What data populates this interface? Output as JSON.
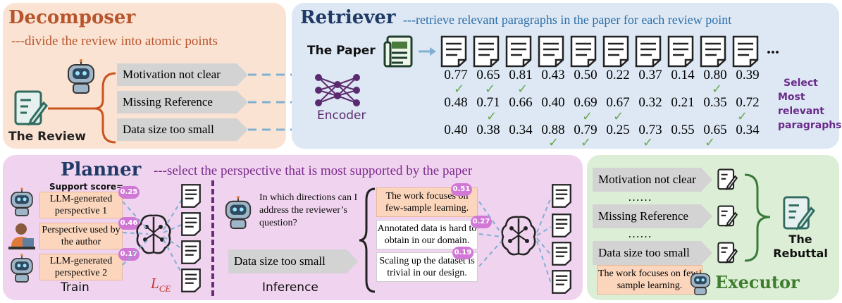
{
  "decomposer": {
    "title": "Decomposer",
    "subtitle": "---divide the review into atomic points",
    "review_label": "The Review",
    "points": [
      "Motivation not clear",
      "Missing Reference",
      "Data size too small"
    ]
  },
  "retriever": {
    "title": "Retriever",
    "subtitle": "---retrieve relevant paragraphs in the paper for each review point",
    "paper_label": "The Paper",
    "ellipsis": "...",
    "encoder_label": "Encoder",
    "select_note": [
      "Select",
      "Most relevant",
      "paragraphs"
    ],
    "score_rows": [
      [
        "0.77",
        "0.65",
        "0.81",
        "0.43",
        "0.50",
        "0.22",
        "0.37",
        "0.14",
        "0.80",
        "0.39"
      ],
      [
        "0.48",
        "0.71",
        "0.66",
        "0.40",
        "0.69",
        "0.67",
        "0.32",
        "0.21",
        "0.35",
        "0.72"
      ],
      [
        "0.40",
        "0.38",
        "0.34",
        "0.88",
        "0.79",
        "0.25",
        "0.73",
        "0.55",
        "0.65",
        "0.34"
      ]
    ],
    "check_mark": "✓"
  },
  "planner": {
    "title": "Planner",
    "subtitle": "---select the perspective that is most supported by the paper",
    "support_label": "Support score=",
    "train_label": "Train",
    "loss_label": "L",
    "loss_sub": "CE",
    "inference_label": "Inference",
    "train_items": [
      {
        "text": "LLM-generated perspective 1",
        "score": "0.25"
      },
      {
        "text": "Perspective used by the author",
        "score": "0.46"
      },
      {
        "text": "LLM-generated perspective 2",
        "score": "0.17"
      }
    ],
    "question": "In which directions can I address the reviewer’s question?",
    "query": "Data size too small",
    "candidates": [
      {
        "text": "The work focuses on few-sample learning.",
        "score": "0.51"
      },
      {
        "text": "Annotated data is hard to obtain in our domain.",
        "score": "0.27"
      },
      {
        "text": "Scaling up the dataset is trivial in our design.",
        "score": "0.19"
      }
    ]
  },
  "executor": {
    "title": "Executor",
    "rebuttal_label": "The Rebuttal",
    "points": [
      "Motivation not clear",
      "Missing Reference",
      "Data size too small"
    ],
    "dots": "……",
    "answer": "The work focuses on few-sample learning."
  },
  "colors": {
    "decomposer_bg": "#fbe3d3",
    "retriever_bg": "#dde8f4",
    "planner_bg": "#f0d3ef",
    "executor_bg": "#dcefd6",
    "title_navy": "#1f3a66",
    "subtitle_brown": "#b8552c",
    "badge_pink": "#d178d6",
    "arrow_blue": "#7fb0d0",
    "check_green": "#6aa84f"
  }
}
